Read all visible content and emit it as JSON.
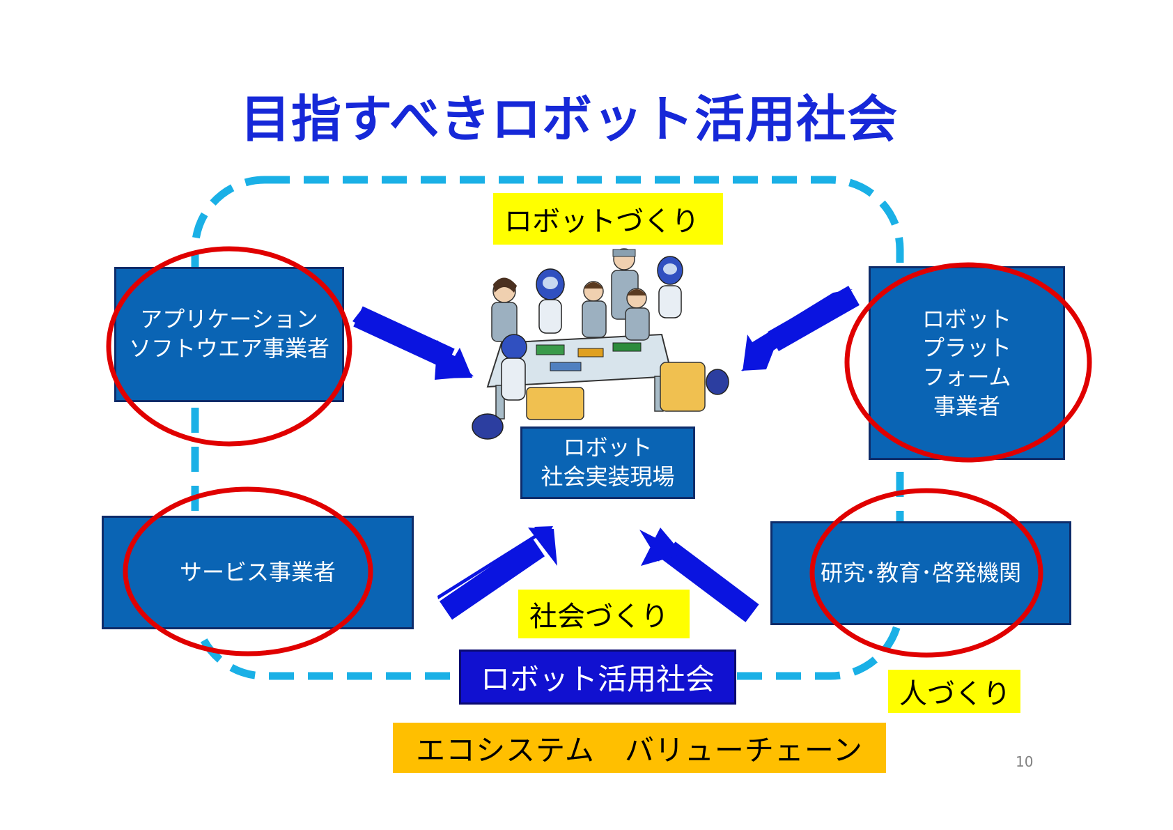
{
  "title": "目指すべきロボット活用社会",
  "labels": {
    "robot_making": "ロボットづくり",
    "society_making": "社会づくり",
    "people_making": "人づくり",
    "robot_society": "ロボット活用社会",
    "ecosystem": "エコシステム　バリューチェーン"
  },
  "boxes": {
    "app_software": "アプリケーション\nソフトウエア事業者",
    "robot_platform": "ロボット\nプラット\nフォーム\n事業者",
    "robot_site": "ロボット\n社会実装現場",
    "service": "サービス事業者",
    "research": "研究･教育･啓発機関"
  },
  "page_number": "10",
  "colors": {
    "title": "#1628d8",
    "box_fill": "#0a64b4",
    "ellipse": "#e00000",
    "dashed_loop": "#1ab0e6",
    "arrow": "#0a14e0",
    "highlight_yellow": "#ffff00",
    "highlight_orange": "#ffbf00",
    "society_box": "#1111d0"
  }
}
